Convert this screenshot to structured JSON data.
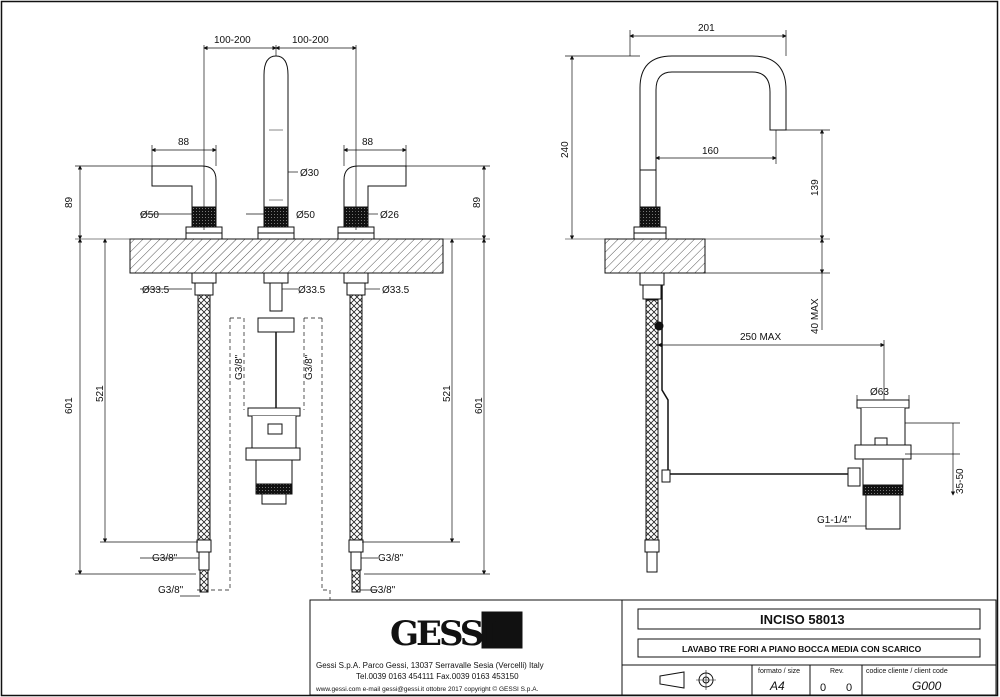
{
  "drawing": {
    "front": {
      "spacing_left": "100-200",
      "spacing_right": "100-200",
      "handle_width_left": "88",
      "handle_width_right": "88",
      "spout_diam": "Ø30",
      "body_diam_left": "Ø50",
      "body_diam_center": "Ø50",
      "body_diam_right": "Ø26",
      "height_left": "89",
      "height_right": "89",
      "shank_left": "Ø33.5",
      "shank_center": "Ø33.5",
      "shank_right": "Ø33.5",
      "pipe_left": "G3/8\"",
      "pipe_right": "G3/8\"",
      "hose_len_left": "521",
      "hose_len_right": "521",
      "total_left": "601",
      "total_right": "601",
      "conn_left_1": "G3/8\"",
      "conn_left_2": "G3/8\"",
      "conn_right_1": "G3/8\"",
      "conn_right_2": "G3/8\""
    },
    "side": {
      "reach": "201",
      "height": "240",
      "lever_reach": "160",
      "lever_height": "139",
      "deck_max": "40 MAX",
      "waste_reach": "250 MAX",
      "waste_diam": "Ø63",
      "waste_height": "35-50",
      "waste_thread": "G1-1/4\""
    }
  },
  "title_block": {
    "logo": "GESSI",
    "product_code": "INCISO 58013",
    "description": "LAVABO TRE FORI A PIANO BOCCA MEDIA CON SCARICO",
    "company_line1": "Gessi S.p.A. Parco Gessi, 13037 Serravalle Sesia (Vercelli) Italy",
    "company_line2": "Tel.0039 0163 454111 Fax.0039 0163 453150",
    "company_line3": "www.gessi.com  e-mail gessi@gessi.it  ottobre 2017  copyright © GESSI S.p.A.",
    "format_label": "formato / size",
    "format_value": "A4",
    "rev_label": "Rev.",
    "rev_value_1": "0",
    "rev_value_2": "0",
    "client_label": "codice cliente / client code",
    "client_value": "G000"
  }
}
